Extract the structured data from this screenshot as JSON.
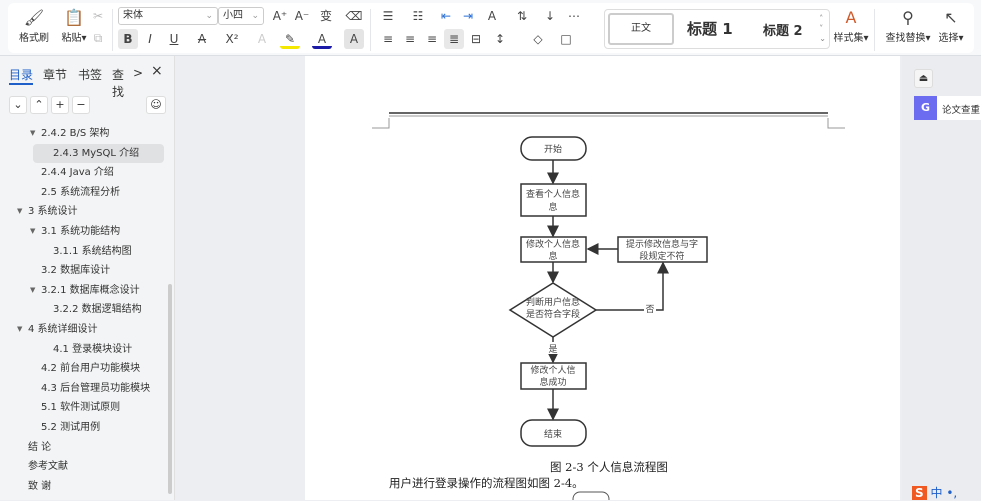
{
  "toolbar": {
    "format_painter": "格式刷",
    "paste": "粘贴",
    "font": "宋体",
    "size": "小四",
    "bold": "B",
    "italic": "I",
    "underline": "U",
    "strike": "A",
    "superscript": "X²",
    "font_color": "A",
    "char_shade": "A",
    "styles": [
      "正文",
      "标题 1",
      "标题 2"
    ],
    "style_set": "样式集",
    "find_replace": "查找替换",
    "select": "选择"
  },
  "nav": {
    "tabs": [
      "目录",
      "章节",
      "书签",
      "查找"
    ],
    "more": ">",
    "close": "×",
    "buttons": [
      "⌄",
      "⌃",
      "+",
      "−"
    ],
    "items": [
      {
        "label": "2.4.2   B/S 架构",
        "level": 2,
        "expand": true
      },
      {
        "label": "2.4.3 MySQL 介绍",
        "level": 3,
        "selected": true
      },
      {
        "label": "2.4.4 Java 介绍",
        "level": 2
      },
      {
        "label": "2.5 系统流程分析",
        "level": 2
      },
      {
        "label": "3 系统设计",
        "level": 1,
        "expand": true
      },
      {
        "label": "3.1 系统功能结构",
        "level": 2,
        "expand": true
      },
      {
        "label": "3.1.1 系统结构图",
        "level": 3
      },
      {
        "label": "3.2 数据库设计",
        "level": 2
      },
      {
        "label": "3.2.1  数据库概念设计",
        "level": 2,
        "expand": true
      },
      {
        "label": "3.2.2 数据逻辑结构",
        "level": 3
      },
      {
        "label": "4 系统详细设计",
        "level": 1,
        "expand": true
      },
      {
        "label": "4.1 登录模块设计",
        "level": 3
      },
      {
        "label": "4.2  前台用户功能模块",
        "level": 2
      },
      {
        "label": "4.3 后台管理员功能模块",
        "level": 2
      },
      {
        "label": "5.1 软件测试原则",
        "level": 2
      },
      {
        "label": "5.2 测试用例",
        "level": 2
      },
      {
        "label": "结  论",
        "level": 1
      },
      {
        "label": "参考文献",
        "level": 1
      },
      {
        "label": "致  谢",
        "level": 1
      }
    ]
  },
  "flow": {
    "start": "开始",
    "view": [
      "查看个人信息",
      "息"
    ],
    "modify": [
      "修改个人信息",
      "息"
    ],
    "hint": [
      "提示修改信息与字",
      "段规定不符"
    ],
    "judge": [
      "判断用户信息",
      "是否符合字段"
    ],
    "no": "否",
    "yes": "是",
    "success": [
      "修改个人信",
      "息成功"
    ],
    "end": "结束"
  },
  "doc": {
    "caption": "图 2-3 个人信息流程图",
    "body": "用户进行登录操作的流程图如图 2-4。"
  },
  "right": {
    "plagiarism": "论文查重"
  },
  "ime": {
    "lang": "中",
    "punct": "•,"
  }
}
